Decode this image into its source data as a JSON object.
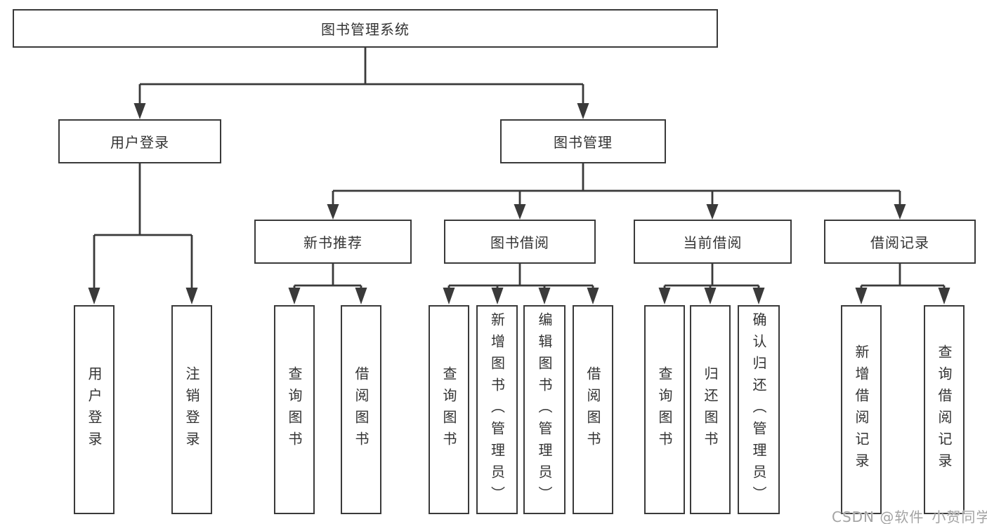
{
  "tree": {
    "root": {
      "label": "图书管理系统"
    },
    "level1": [
      {
        "label": "用户登录",
        "children": [
          {
            "label": "用户登录"
          },
          {
            "label": "注销登录"
          }
        ]
      },
      {
        "label": "图书管理",
        "children": [
          {
            "label": "新书推荐",
            "children": [
              {
                "label": "查询图书"
              },
              {
                "label": "借阅图书"
              }
            ]
          },
          {
            "label": "图书借阅",
            "children": [
              {
                "label": "查询图书"
              },
              {
                "label": "新增图书（管理员）"
              },
              {
                "label": "编辑图书（管理员）"
              },
              {
                "label": "借阅图书"
              }
            ]
          },
          {
            "label": "当前借阅",
            "children": [
              {
                "label": "查询图书"
              },
              {
                "label": "归还图书"
              },
              {
                "label": "确认归还（管理员）"
              }
            ]
          },
          {
            "label": "借阅记录",
            "children": [
              {
                "label": "新增借阅记录"
              },
              {
                "label": "查询借阅记录"
              }
            ]
          }
        ]
      }
    ]
  },
  "watermark": {
    "text": "CSDN @软件_小贺同学"
  },
  "colors": {
    "line": "#3a3a3a",
    "box_border": "#3a3a3a",
    "text": "#333333",
    "background": "#ffffff",
    "watermark": "#a3a3a3"
  }
}
